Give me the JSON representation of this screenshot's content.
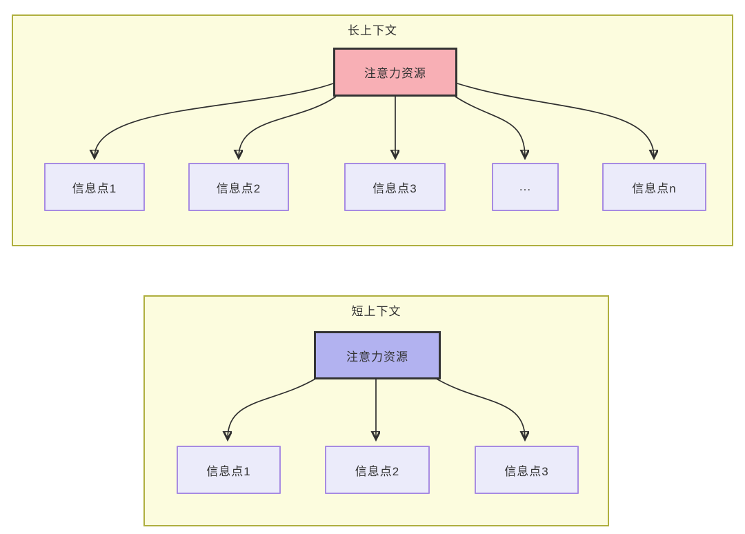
{
  "colors": {
    "panel_background": "#FCFCDE",
    "panel_border": "#AFAF3E",
    "attention_long_fill": "#F8AFB5",
    "attention_short_fill": "#B2B2F0",
    "node_fill": "#EBEBFA",
    "node_border": "#A78BE2",
    "box_dark_border": "#333333",
    "arrow": "#2F2F2F"
  },
  "long_context": {
    "title": "长上下文",
    "attention_label": "注意力资源",
    "nodes": [
      "信息点1",
      "信息点2",
      "信息点3",
      "...",
      "信息点n"
    ]
  },
  "short_context": {
    "title": "短上下文",
    "attention_label": "注意力资源",
    "nodes": [
      "信息点1",
      "信息点2",
      "信息点3"
    ]
  }
}
